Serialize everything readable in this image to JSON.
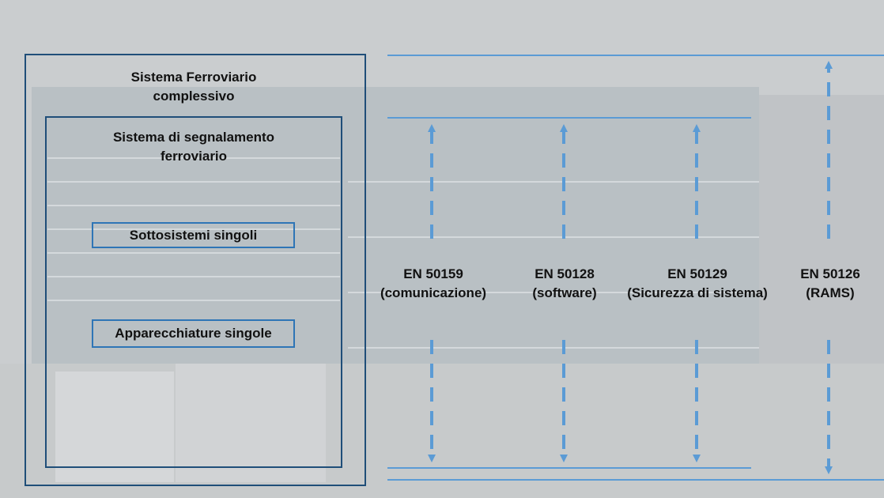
{
  "colors": {
    "frame": "#1f4e79",
    "arrow": "#5b9bd5",
    "pill_border": "#2e75b6"
  },
  "boxes": {
    "outer_label": "Sistema Ferroviario complessivo",
    "inner_label": "Sistema di segnalamento ferroviario",
    "subsystems_label": "Sottosistemi singoli",
    "equipment_label": "Apparecchiature singole"
  },
  "standards": [
    {
      "code": "EN 50159",
      "scope": "(comunicazione)"
    },
    {
      "code": "EN 50128",
      "scope": "(software)"
    },
    {
      "code": "EN 50129",
      "scope": "(Sicurezza di sistema)"
    },
    {
      "code": "EN 50126",
      "scope": "(RAMS)"
    }
  ]
}
